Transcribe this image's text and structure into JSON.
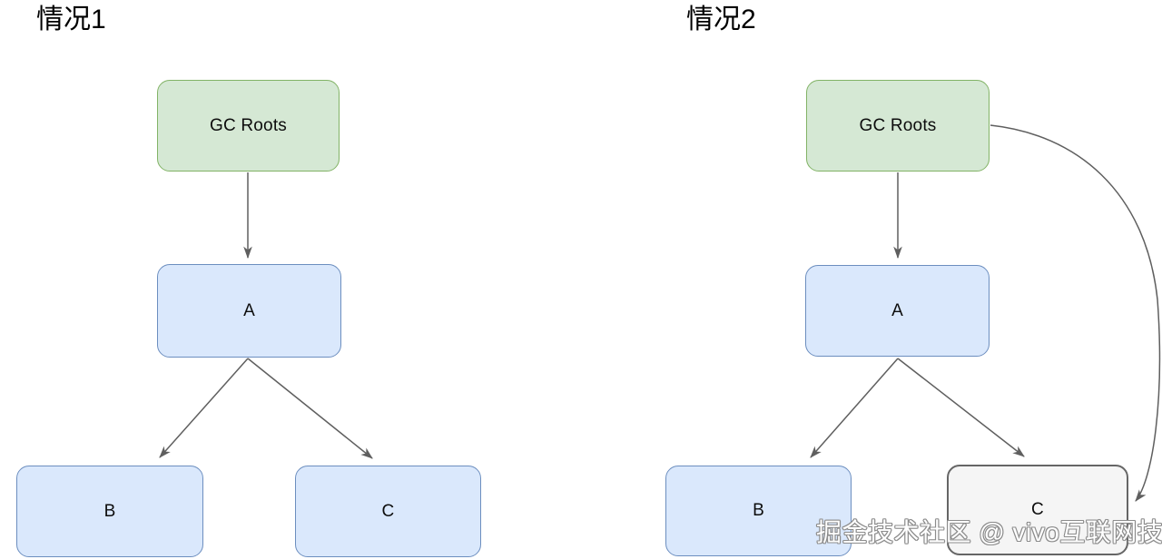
{
  "page": {
    "background": "#ffffff"
  },
  "colors": {
    "green_fill": "#d5e8d4",
    "green_border": "#82b366",
    "blue_fill": "#dae8fc",
    "blue_border": "#6c8ebf",
    "gray_fill": "#f5f5f5",
    "gray_border": "#666666",
    "arrow": "#5f5f5f",
    "title_text": "#000000",
    "watermark_text": "#ffffff",
    "watermark_outline": "#8c8c8c"
  },
  "diagrams": [
    {
      "title": "情况1",
      "nodes": {
        "gc_roots": {
          "label": "GC Roots",
          "style": "green"
        },
        "a": {
          "label": "A",
          "style": "blue"
        },
        "b": {
          "label": "B",
          "style": "blue"
        },
        "c": {
          "label": "C",
          "style": "blue"
        }
      },
      "edges": [
        {
          "from": "GC Roots",
          "to": "A",
          "shape": "straight"
        },
        {
          "from": "A",
          "to": "B",
          "shape": "straight"
        },
        {
          "from": "A",
          "to": "C",
          "shape": "straight"
        }
      ]
    },
    {
      "title": "情况2",
      "nodes": {
        "gc_roots": {
          "label": "GC Roots",
          "style": "green"
        },
        "a": {
          "label": "A",
          "style": "blue"
        },
        "b": {
          "label": "B",
          "style": "blue"
        },
        "c": {
          "label": "C",
          "style": "gray"
        }
      },
      "edges": [
        {
          "from": "GC Roots",
          "to": "A",
          "shape": "straight"
        },
        {
          "from": "A",
          "to": "B",
          "shape": "straight"
        },
        {
          "from": "A",
          "to": "C",
          "shape": "straight"
        },
        {
          "from": "GC Roots",
          "to": "C",
          "shape": "curved-right"
        }
      ]
    }
  ],
  "watermark": {
    "text": "掘金技术社区 @ vivo互联网技术"
  }
}
